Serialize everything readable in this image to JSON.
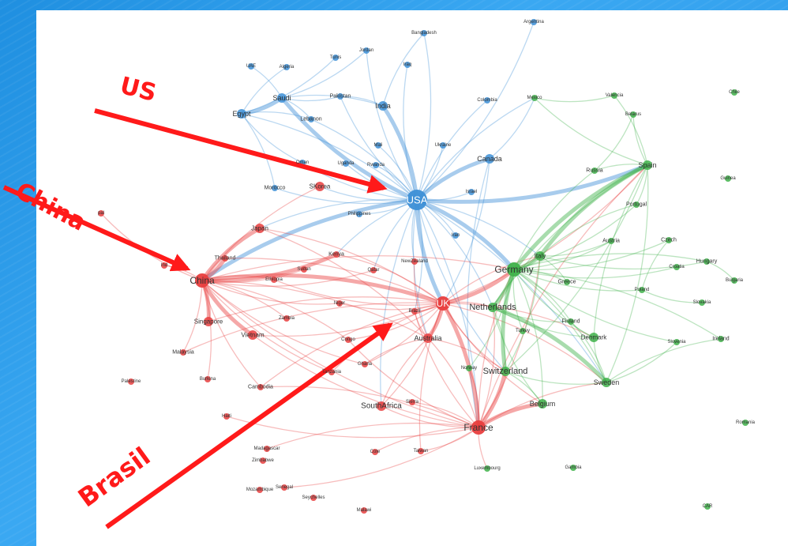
{
  "colors": {
    "blue": "#3d8fd6",
    "red": "#e83e3e",
    "green": "#3fb24a",
    "arrow": "#ff1a1a"
  },
  "nodes": [
    {
      "id": "USA",
      "label": "USA",
      "g": "blue",
      "big": 3
    },
    {
      "id": "Canada",
      "label": "Canada",
      "g": "blue",
      "big": 1
    },
    {
      "id": "India",
      "label": "India",
      "g": "blue",
      "big": 1
    },
    {
      "id": "Saudi",
      "label": "Saudi",
      "g": "blue",
      "big": 1
    },
    {
      "id": "Egypt",
      "label": "Egypt",
      "g": "blue",
      "big": 1
    },
    {
      "id": "Pakistan",
      "label": "Pakistan",
      "g": "blue",
      "big": 0
    },
    {
      "id": "Lebanon",
      "label": "Lebanon",
      "g": "blue",
      "big": 0
    },
    {
      "id": "Jordan",
      "label": "Jordan",
      "g": "blue",
      "big": 0
    },
    {
      "id": "Tunis",
      "label": "Tunis",
      "g": "blue",
      "big": 0
    },
    {
      "id": "UAE",
      "label": "UAE",
      "g": "blue",
      "big": 0
    },
    {
      "id": "Algeria",
      "label": "Algeria",
      "g": "blue",
      "big": 0
    },
    {
      "id": "Bangladesh",
      "label": "Bangladesh",
      "g": "blue",
      "big": 0
    },
    {
      "id": "Iraq",
      "label": "Iraq",
      "g": "blue",
      "big": 0
    },
    {
      "id": "Argentina",
      "label": "Argentina",
      "g": "blue",
      "big": 0
    },
    {
      "id": "Colombia",
      "label": "Colombia",
      "g": "blue",
      "big": 0
    },
    {
      "id": "Mali",
      "label": "Mali",
      "g": "blue",
      "big": 0
    },
    {
      "id": "Uganda",
      "label": "Uganda",
      "g": "blue",
      "big": 0
    },
    {
      "id": "Rwanda",
      "label": "Rwanda",
      "g": "blue",
      "big": 0
    },
    {
      "id": "Oman",
      "label": "Oman",
      "g": "blue",
      "big": 0
    },
    {
      "id": "Morocco",
      "label": "Morocco",
      "g": "blue",
      "big": 0
    },
    {
      "id": "Ukraine",
      "label": "Ukraine",
      "g": "blue",
      "big": 0
    },
    {
      "id": "Israel",
      "label": "Israel",
      "g": "blue",
      "big": 0
    },
    {
      "id": "Iran",
      "label": "Iran",
      "g": "blue",
      "big": 0
    },
    {
      "id": "Philippines",
      "label": "Philippines",
      "g": "blue",
      "big": 0
    },
    {
      "id": "UK",
      "label": "UK",
      "g": "red",
      "big": 2
    },
    {
      "id": "France",
      "label": "France",
      "g": "red",
      "big": 2
    },
    {
      "id": "China",
      "label": "China",
      "g": "red",
      "big": 2
    },
    {
      "id": "Australia",
      "label": "Australia",
      "g": "red",
      "big": 1
    },
    {
      "id": "Brazil",
      "label": "Brazil",
      "g": "red",
      "big": 0
    },
    {
      "id": "SouthAfrica",
      "label": "SouthAfrica",
      "g": "red",
      "big": 1
    },
    {
      "id": "Japan",
      "label": "Japan",
      "g": "red",
      "big": 1
    },
    {
      "id": "SKorea",
      "label": "SKorea",
      "g": "red",
      "big": 1
    },
    {
      "id": "Kenya",
      "label": "Kenya",
      "g": "red",
      "big": 0
    },
    {
      "id": "Thailand",
      "label": "Thailand",
      "g": "red",
      "big": 0
    },
    {
      "id": "Sudan",
      "label": "Sudan",
      "g": "red",
      "big": 0
    },
    {
      "id": "Ethiopia",
      "label": "Ethiopia",
      "g": "red",
      "big": 0
    },
    {
      "id": "Qatar",
      "label": "Qatar",
      "g": "red",
      "big": 0
    },
    {
      "id": "NewZealand",
      "label": "NewZealand",
      "g": "red",
      "big": 0
    },
    {
      "id": "Niger",
      "label": "Niger",
      "g": "red",
      "big": 0
    },
    {
      "id": "Singapore",
      "label": "Singapore",
      "g": "red",
      "big": 1
    },
    {
      "id": "Zambia",
      "label": "Zambia",
      "g": "red",
      "big": 0
    },
    {
      "id": "Vietnam",
      "label": "Vietnam",
      "g": "red",
      "big": 1
    },
    {
      "id": "Congo",
      "label": "Congo",
      "g": "red",
      "big": 0
    },
    {
      "id": "Malaysia",
      "label": "Malaysia",
      "g": "red",
      "big": 0
    },
    {
      "id": "Ghana",
      "label": "Ghana",
      "g": "red",
      "big": 0
    },
    {
      "id": "Tanzania",
      "label": "Tanzania",
      "g": "red",
      "big": 0
    },
    {
      "id": "Burkina",
      "label": "Burkina",
      "g": "red",
      "big": 0
    },
    {
      "id": "Cambodia",
      "label": "Cambodia",
      "g": "red",
      "big": 0
    },
    {
      "id": "Palestine",
      "label": "Palestine",
      "g": "red",
      "big": 0
    },
    {
      "id": "Haiti",
      "label": "Haiti",
      "g": "red",
      "big": 0
    },
    {
      "id": "Sierra",
      "label": "Sierra",
      "g": "red",
      "big": 0
    },
    {
      "id": "Madagascar",
      "label": "Madagascar",
      "g": "red",
      "big": 0
    },
    {
      "id": "Cote",
      "label": "Cote",
      "g": "red",
      "big": 0
    },
    {
      "id": "Taiwan",
      "label": "Taiwan",
      "g": "red",
      "big": 0
    },
    {
      "id": "Zimbabwe",
      "label": "Zimbabwe",
      "g": "red",
      "big": 0
    },
    {
      "id": "Senegal",
      "label": "Senegal",
      "g": "red",
      "big": 0
    },
    {
      "id": "Mozambique",
      "label": "Mozambique",
      "g": "red",
      "big": 0
    },
    {
      "id": "Seychelles",
      "label": "Seychelles",
      "g": "red",
      "big": 0
    },
    {
      "id": "Malawi",
      "label": "Malawi",
      "g": "red",
      "big": 0
    },
    {
      "id": "Nepal",
      "label": "pal",
      "g": "red",
      "big": 0
    },
    {
      "id": "Indonesia",
      "label": "Ind",
      "g": "red",
      "big": 0
    },
    {
      "id": "Germany",
      "label": "Germany",
      "g": "green",
      "big": 2
    },
    {
      "id": "Italy",
      "label": "Italy",
      "g": "green",
      "big": 1
    },
    {
      "id": "Netherlands",
      "label": "Netherlands",
      "g": "green",
      "big": 1
    },
    {
      "id": "Switzerland",
      "label": "Switzerland",
      "g": "green",
      "big": 1
    },
    {
      "id": "Spain",
      "label": "Spain",
      "g": "green",
      "big": 1
    },
    {
      "id": "Sweden",
      "label": "Sweden",
      "g": "green",
      "big": 1
    },
    {
      "id": "Belgium",
      "label": "Belgium",
      "g": "green",
      "big": 1
    },
    {
      "id": "Denmark",
      "label": "Denmark",
      "g": "green",
      "big": 1
    },
    {
      "id": "Mexico",
      "label": "Mexico",
      "g": "green",
      "big": 0
    },
    {
      "id": "Valencia",
      "label": "Valencia",
      "g": "green",
      "big": 0
    },
    {
      "id": "Belarus",
      "label": "Belarus",
      "g": "green",
      "big": 0
    },
    {
      "id": "Chile",
      "label": "Chile",
      "g": "green",
      "big": 0
    },
    {
      "id": "Russia",
      "label": "Russia",
      "g": "green",
      "big": 0
    },
    {
      "id": "Guinea",
      "label": "Guinea",
      "g": "green",
      "big": 0
    },
    {
      "id": "Portugal",
      "label": "Portugal",
      "g": "green",
      "big": 0
    },
    {
      "id": "Austria",
      "label": "Austria",
      "g": "green",
      "big": 0
    },
    {
      "id": "Czech",
      "label": "Czech",
      "g": "green",
      "big": 0
    },
    {
      "id": "Hungary",
      "label": "Hungary",
      "g": "green",
      "big": 0
    },
    {
      "id": "Croatia",
      "label": "Croatia",
      "g": "green",
      "big": 0
    },
    {
      "id": "Bulgaria",
      "label": "Bulgaria",
      "g": "green",
      "big": 0
    },
    {
      "id": "Greece",
      "label": "Greece",
      "g": "green",
      "big": 0
    },
    {
      "id": "Poland",
      "label": "Poland",
      "g": "green",
      "big": 0
    },
    {
      "id": "Slovakia",
      "label": "Slovakia",
      "g": "green",
      "big": 0
    },
    {
      "id": "Finland",
      "label": "Finland",
      "g": "green",
      "big": 0
    },
    {
      "id": "Turkey",
      "label": "Turkey",
      "g": "green",
      "big": 0
    },
    {
      "id": "Norway",
      "label": "Norway",
      "g": "green",
      "big": 0
    },
    {
      "id": "Slovenia",
      "label": "Slovenia",
      "g": "green",
      "big": 0
    },
    {
      "id": "Ireland",
      "label": "Ireland",
      "g": "green",
      "big": 0
    },
    {
      "id": "Romania",
      "label": "Romania",
      "g": "green",
      "big": 0
    },
    {
      "id": "Luxembourg",
      "label": "Luxembourg",
      "g": "green",
      "big": 0
    },
    {
      "id": "Gambia",
      "label": "Gambia",
      "g": "green",
      "big": 0
    },
    {
      "id": "CAR",
      "label": "CAR",
      "g": "green",
      "big": 0
    }
  ],
  "edges": [
    [
      "USA",
      "Canada"
    ],
    [
      "USA",
      "India"
    ],
    [
      "USA",
      "Saudi"
    ],
    [
      "USA",
      "Egypt"
    ],
    [
      "USA",
      "Pakistan"
    ],
    [
      "USA",
      "Lebanon"
    ],
    [
      "USA",
      "Jordan"
    ],
    [
      "USA",
      "Bangladesh"
    ],
    [
      "USA",
      "Iraq"
    ],
    [
      "USA",
      "Argentina"
    ],
    [
      "USA",
      "Colombia"
    ],
    [
      "USA",
      "Mali"
    ],
    [
      "USA",
      "Uganda"
    ],
    [
      "USA",
      "Rwanda"
    ],
    [
      "USA",
      "Oman"
    ],
    [
      "USA",
      "Israel"
    ],
    [
      "USA",
      "Iran"
    ],
    [
      "USA",
      "UK"
    ],
    [
      "USA",
      "France"
    ],
    [
      "USA",
      "China"
    ],
    [
      "USA",
      "Germany"
    ],
    [
      "USA",
      "Australia"
    ],
    [
      "USA",
      "Brazil"
    ],
    [
      "USA",
      "Spain"
    ],
    [
      "USA",
      "Netherlands"
    ],
    [
      "USA",
      "Switzerland"
    ],
    [
      "USA",
      "Italy"
    ],
    [
      "USA",
      "Japan"
    ],
    [
      "USA",
      "SKorea"
    ],
    [
      "USA",
      "Kenya"
    ],
    [
      "USA",
      "Mexico"
    ],
    [
      "USA",
      "SouthAfrica"
    ],
    [
      "USA",
      "Philippines"
    ],
    [
      "USA",
      "Ukraine"
    ],
    [
      "USA",
      "Morocco"
    ],
    [
      "USA",
      "Qatar"
    ],
    [
      "USA",
      "Sweden"
    ],
    [
      "USA",
      "NewZealand"
    ],
    [
      "Saudi",
      "Egypt"
    ],
    [
      "Saudi",
      "Pakistan"
    ],
    [
      "Saudi",
      "Lebanon"
    ],
    [
      "Saudi",
      "Jordan"
    ],
    [
      "Saudi",
      "India"
    ],
    [
      "Saudi",
      "UAE"
    ],
    [
      "Egypt",
      "Lebanon"
    ],
    [
      "Egypt",
      "Tunis"
    ],
    [
      "Egypt",
      "Algeria"
    ],
    [
      "India",
      "Pakistan"
    ],
    [
      "India",
      "Bangladesh"
    ],
    [
      "Canada",
      "Mexico"
    ],
    [
      "Canada",
      "UK"
    ],
    [
      "Canada",
      "France"
    ],
    [
      "Egypt",
      "Morocco"
    ],
    [
      "Egypt",
      "Oman"
    ],
    [
      "UK",
      "France"
    ],
    [
      "UK",
      "China"
    ],
    [
      "UK",
      "Australia"
    ],
    [
      "UK",
      "Germany"
    ],
    [
      "UK",
      "Netherlands"
    ],
    [
      "UK",
      "Switzerland"
    ],
    [
      "UK",
      "SouthAfrica"
    ],
    [
      "UK",
      "Kenya"
    ],
    [
      "UK",
      "Brazil"
    ],
    [
      "UK",
      "Japan"
    ],
    [
      "UK",
      "Italy"
    ],
    [
      "UK",
      "Spain"
    ],
    [
      "UK",
      "Sweden"
    ],
    [
      "UK",
      "Belgium"
    ],
    [
      "UK",
      "Denmark"
    ],
    [
      "UK",
      "Singapore"
    ],
    [
      "UK",
      "Vietnam"
    ],
    [
      "UK",
      "Malaysia"
    ],
    [
      "UK",
      "Ghana"
    ],
    [
      "UK",
      "Tanzania"
    ],
    [
      "UK",
      "Niger"
    ],
    [
      "UK",
      "Thailand"
    ],
    [
      "UK",
      "Ethiopia"
    ],
    [
      "UK",
      "Cambodia"
    ],
    [
      "UK",
      "Congo"
    ],
    [
      "UK",
      "Taiwan"
    ],
    [
      "China",
      "Japan"
    ],
    [
      "China",
      "Thailand"
    ],
    [
      "China",
      "Singapore"
    ],
    [
      "China",
      "Vietnam"
    ],
    [
      "China",
      "Malaysia"
    ],
    [
      "China",
      "Sudan"
    ],
    [
      "China",
      "Ethiopia"
    ],
    [
      "China",
      "Kenya"
    ],
    [
      "China",
      "Australia"
    ],
    [
      "China",
      "France"
    ],
    [
      "China",
      "Germany"
    ],
    [
      "China",
      "Niger"
    ],
    [
      "China",
      "Zambia"
    ],
    [
      "China",
      "Cambodia"
    ],
    [
      "China",
      "Congo"
    ],
    [
      "China",
      "Tanzania"
    ],
    [
      "China",
      "SKorea"
    ],
    [
      "China",
      "Indonesia"
    ],
    [
      "China",
      "Nepal"
    ],
    [
      "China",
      "Qatar"
    ],
    [
      "China",
      "Burkina"
    ],
    [
      "China",
      "Ghana"
    ],
    [
      "France",
      "Germany"
    ],
    [
      "France",
      "Switzerland"
    ],
    [
      "France",
      "Belgium"
    ],
    [
      "France",
      "Australia"
    ],
    [
      "France",
      "SouthAfrica"
    ],
    [
      "France",
      "Netherlands"
    ],
    [
      "France",
      "Spain"
    ],
    [
      "France",
      "Italy"
    ],
    [
      "France",
      "Sweden"
    ],
    [
      "France",
      "Cote"
    ],
    [
      "France",
      "Senegal"
    ],
    [
      "France",
      "Madagascar"
    ],
    [
      "France",
      "Taiwan"
    ],
    [
      "France",
      "Luxembourg"
    ],
    [
      "France",
      "Congo"
    ],
    [
      "France",
      "Sierra"
    ],
    [
      "France",
      "Brazil"
    ],
    [
      "France",
      "Norway"
    ],
    [
      "France",
      "Vietnam"
    ],
    [
      "France",
      "Cambodia"
    ],
    [
      "France",
      "Haiti"
    ],
    [
      "Australia",
      "SouthAfrica"
    ],
    [
      "Australia",
      "NewZealand"
    ],
    [
      "Australia",
      "Japan"
    ],
    [
      "Australia",
      "Brazil"
    ],
    [
      "Australia",
      "Ghana"
    ],
    [
      "Australia",
      "Switzerland"
    ],
    [
      "Germany",
      "Italy"
    ],
    [
      "Germany",
      "Netherlands"
    ],
    [
      "Germany",
      "Switzerland"
    ],
    [
      "Germany",
      "Spain"
    ],
    [
      "Germany",
      "Austria"
    ],
    [
      "Germany",
      "Greece"
    ],
    [
      "Germany",
      "Poland"
    ],
    [
      "Germany",
      "Sweden"
    ],
    [
      "Germany",
      "Denmark"
    ],
    [
      "Germany",
      "Belgium"
    ],
    [
      "Germany",
      "Czech"
    ],
    [
      "Germany",
      "Hungary"
    ],
    [
      "Germany",
      "Croatia"
    ],
    [
      "Germany",
      "Russia"
    ],
    [
      "Germany",
      "Portugal"
    ],
    [
      "Germany",
      "Finland"
    ],
    [
      "Germany",
      "Turkey"
    ],
    [
      "Germany",
      "Norway"
    ],
    [
      "Germany",
      "Slovenia"
    ],
    [
      "Germany",
      "Ireland"
    ],
    [
      "Spain",
      "Italy"
    ],
    [
      "Spain",
      "Portugal"
    ],
    [
      "Spain",
      "Russia"
    ],
    [
      "Spain",
      "Mexico"
    ],
    [
      "Spain",
      "Valencia"
    ],
    [
      "Spain",
      "Sweden"
    ],
    [
      "Spain",
      "Netherlands"
    ],
    [
      "Spain",
      "Belarus"
    ],
    [
      "Spain",
      "Denmark"
    ],
    [
      "Spain",
      "Switzerland"
    ],
    [
      "Netherlands",
      "Belgium"
    ],
    [
      "Netherlands",
      "Sweden"
    ],
    [
      "Netherlands",
      "Denmark"
    ],
    [
      "Netherlands",
      "Switzerland"
    ],
    [
      "Netherlands",
      "Finland"
    ],
    [
      "Netherlands",
      "Italy"
    ],
    [
      "Switzerland",
      "Sweden"
    ],
    [
      "Switzerland",
      "Belgium"
    ],
    [
      "Switzerland",
      "Italy"
    ],
    [
      "Sweden",
      "Denmark"
    ],
    [
      "Sweden",
      "Finland"
    ],
    [
      "Sweden",
      "Ireland"
    ],
    [
      "Sweden",
      "Slovenia"
    ],
    [
      "Italy",
      "Greece"
    ],
    [
      "Italy",
      "Austria"
    ],
    [
      "Italy",
      "Portugal"
    ],
    [
      "Italy",
      "Hungary"
    ],
    [
      "Poland",
      "Czech"
    ],
    [
      "Poland",
      "Slovakia"
    ],
    [
      "Denmark",
      "Finland"
    ],
    [
      "Mexico",
      "Valencia"
    ],
    [
      "Hungary",
      "Bulgaria"
    ],
    [
      "Russia",
      "Belarus"
    ]
  ],
  "heavy_edges": [
    [
      "USA",
      "Canada"
    ],
    [
      "USA",
      "Saudi"
    ],
    [
      "USA",
      "UK"
    ],
    [
      "USA",
      "China"
    ],
    [
      "USA",
      "Germany"
    ],
    [
      "USA",
      "India"
    ],
    [
      "Saudi",
      "Egypt"
    ],
    [
      "UK",
      "France"
    ],
    [
      "UK",
      "China"
    ],
    [
      "UK",
      "Australia"
    ],
    [
      "UK",
      "Germany"
    ],
    [
      "China",
      "Japan"
    ],
    [
      "China",
      "Singapore"
    ],
    [
      "China",
      "Thailand"
    ],
    [
      "France",
      "Switzerland"
    ],
    [
      "France",
      "Belgium"
    ],
    [
      "Germany",
      "Italy"
    ],
    [
      "Germany",
      "Netherlands"
    ],
    [
      "Germany",
      "Spain"
    ],
    [
      "Germany",
      "Switzerland"
    ],
    [
      "Spain",
      "Italy"
    ],
    [
      "Netherlands",
      "Sweden"
    ],
    [
      "China",
      "Vietnam"
    ],
    [
      "China",
      "Kenya"
    ],
    [
      "USA",
      "Spain"
    ]
  ],
  "annotations": [
    {
      "key": "us",
      "text": "US"
    },
    {
      "key": "china",
      "text": "China"
    },
    {
      "key": "brasil",
      "text": "Brasil"
    }
  ]
}
